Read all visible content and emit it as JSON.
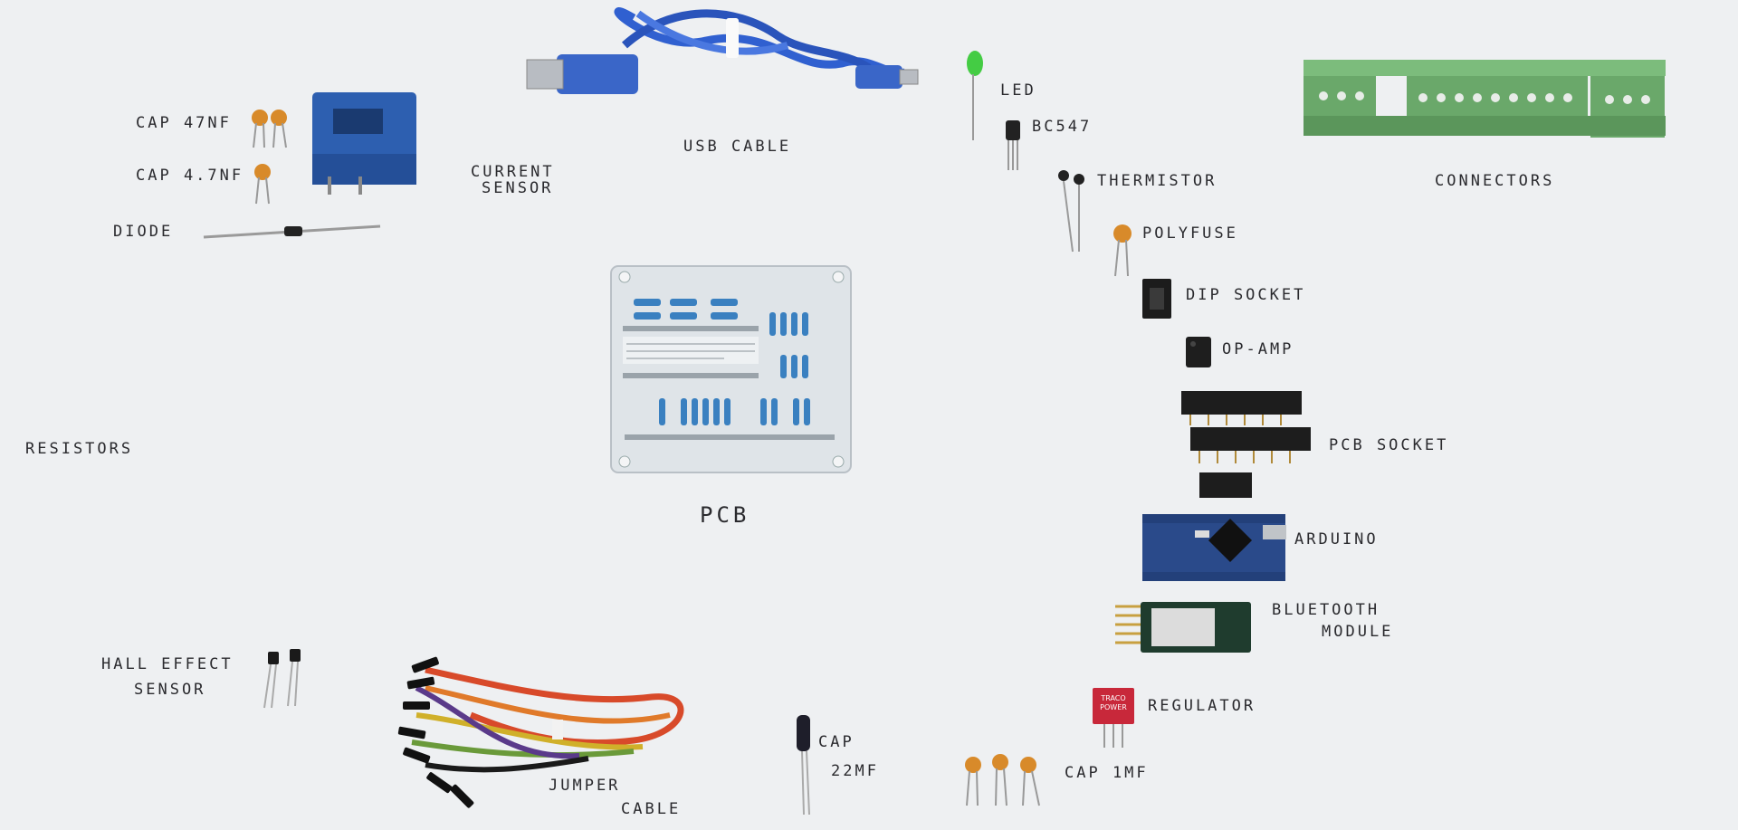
{
  "labels": {
    "cap_47nf": "CAP 47nF",
    "cap_4_7nf": "CAP 4.7nF",
    "diode": "DIODE",
    "current_sensor_1": "CURRENT",
    "current_sensor_2": "SENSOR",
    "usb_cable": "USB CABLE",
    "led": "LED",
    "bc547": "BC547",
    "thermistor": "THERMISTOR",
    "polyfuse": "POLYFUSE",
    "dip_socket": "DIP SOCKET",
    "op_amp": "OP-AMP",
    "connectors": "CONNECTORS",
    "pcb": "PCB",
    "pcb_socket": "PCB SOCKET",
    "arduino": "ARDUINO",
    "bluetooth_1": "BLUETOOTH",
    "bluetooth_2": "MODULE",
    "resistors": "RESISTORS",
    "hall_1": "HALL EFFECT",
    "hall_2": "SENSOR",
    "jumper_1": "JUMPER",
    "jumper_2": "CABLE",
    "cap_22uf_1": "CAP",
    "cap_22uf_2": "22µF",
    "regulator": "REGULATOR",
    "cap_1uf": "CAP 1µF"
  },
  "regulator_marking": {
    "line1": "TRACO",
    "line2": "POWER"
  },
  "colors": {
    "background": "#eef0f2",
    "pcb": "#dfe4e8",
    "sensor_blue": "#2d5fb0",
    "usb_blue": "#3060d0",
    "connector_green": "#6aa86a",
    "capacitor_orange": "#d88a2a",
    "arduino_blue": "#2a4a8a",
    "regulator_red": "#c8283a",
    "led_green": "#44cc44"
  }
}
